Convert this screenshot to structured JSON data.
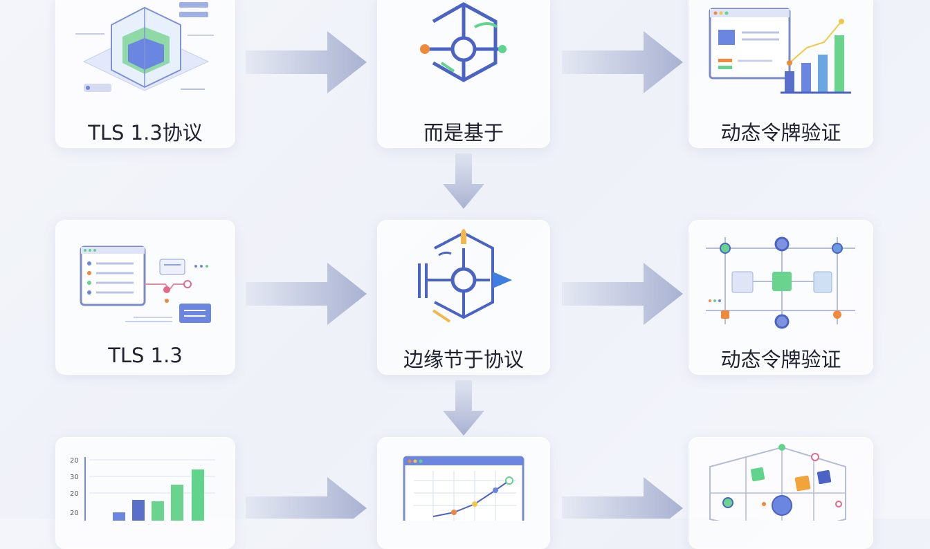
{
  "nodes": [
    {
      "label": "TLS 1.3协议",
      "icon": "cube-stack-icon"
    },
    {
      "label": "而是基于",
      "icon": "circuit-hexagon-icon"
    },
    {
      "label": "动态令牌验证",
      "icon": "dashboard-chart-icon"
    },
    {
      "label": "TLS 1.3",
      "icon": "browser-flow-icon"
    },
    {
      "label": "边缘节于协议",
      "icon": "circuit-play-icon"
    },
    {
      "label": "动态令牌验证",
      "icon": "network-grid-icon"
    },
    {
      "label": "",
      "icon": "bar-chart-icon"
    },
    {
      "label": "",
      "icon": "line-chart-window-icon"
    },
    {
      "label": "",
      "icon": "3d-grid-icon"
    }
  ],
  "mini_chart": {
    "ticks": [
      "20",
      "30",
      "20",
      "20"
    ]
  },
  "colors": {
    "blue": "#6b7fd4",
    "green": "#5fd48a",
    "orange": "#f08a3a",
    "arrow": "#a9b2d2",
    "text": "#1e2230"
  }
}
